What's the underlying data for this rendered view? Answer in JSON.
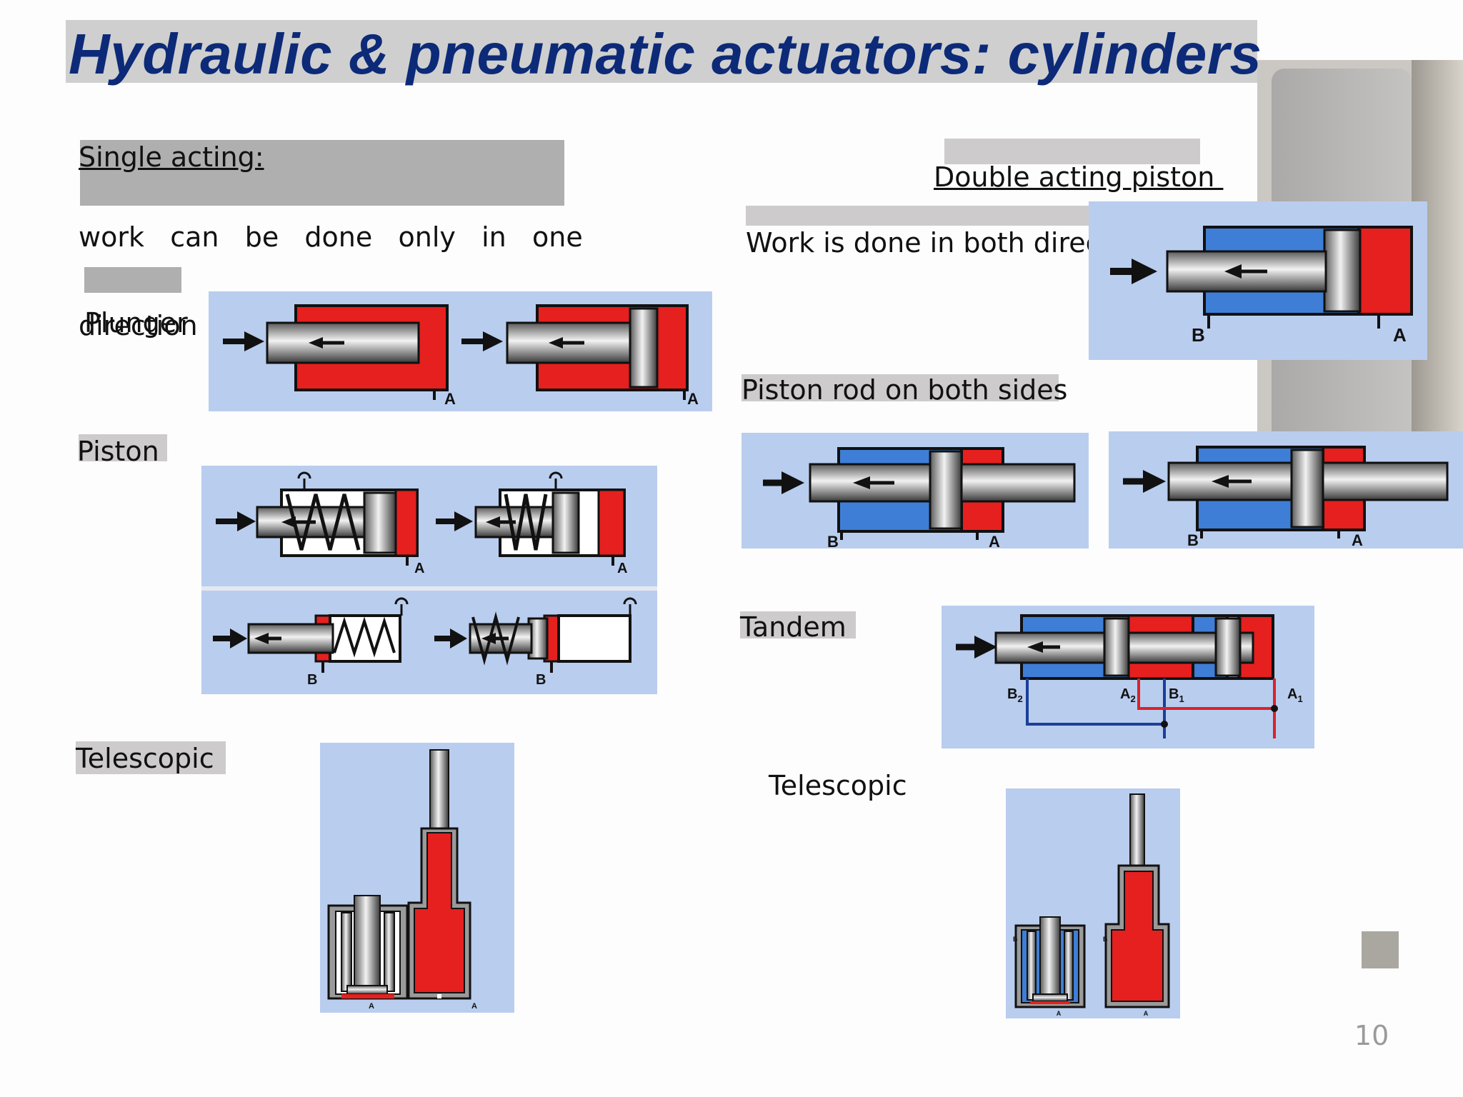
{
  "slide": {
    "title": "Hydraulic & pneumatic actuators: cylinders",
    "page_number": "10"
  },
  "left": {
    "single_acting_heading": "Single acting:",
    "work_text": "work   can   be   done   only   in   one",
    "direction_text": "direction",
    "plunger_label": "Plunger",
    "piston_label": "Piston",
    "telescopic_label": "Telescopic"
  },
  "right": {
    "double_acting_heading": "Double acting piston ",
    "work_both_text": "Work is done in both directions",
    "rod_both_sides_label": "Piston rod on both sides",
    "tandem_label": "Tandem",
    "telescopic_label": "Telescopic"
  },
  "diagram_letters": {
    "a": "A",
    "b": "B",
    "a1": "A",
    "a2": "A",
    "b1": "B",
    "b2": "B",
    "sub1": "1",
    "sub2": "2"
  },
  "colors": {
    "title_text": "#0c2a78",
    "panel_bg": "#b9cdee",
    "fluid_red": "#e5201f",
    "fluid_blue": "#3e7ed6",
    "steel": "#9a9a9a",
    "label_box": "#b0afaf"
  }
}
